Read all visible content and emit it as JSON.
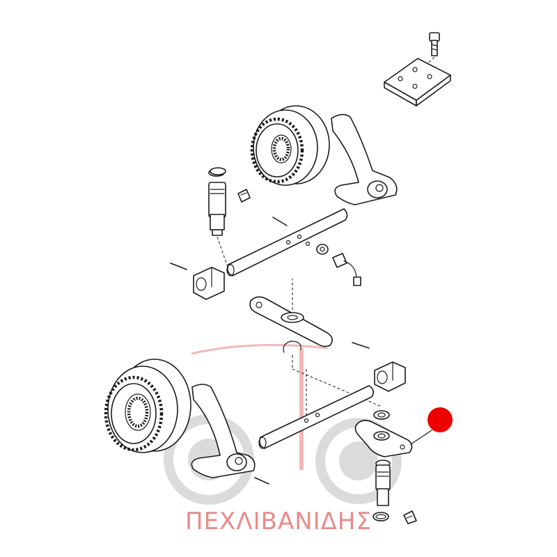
{
  "watermark": {
    "text": "ΠΕΧΛΙΒΑΝΙΔΗΣ",
    "color": "#e98a8a",
    "tractor_color": "#d8d8d8",
    "accent_color": "#f3b0b0"
  },
  "callout": {
    "color": "#ee0000"
  },
  "line_color": "#1a1a1a",
  "parts": [
    "bolt",
    "cover-plate",
    "upper-gear-hub",
    "upper-shift-fork",
    "upper-plunger",
    "small-screw",
    "roll-pin",
    "upper-shift-rod",
    "sensor-switch",
    "upper-detent-block",
    "shift-lever-plate",
    "snap-ring",
    "lower-gear-hub",
    "lower-shift-fork",
    "lower-shift-rod",
    "lower-detent-block",
    "lower-lever",
    "lower-plunger",
    "o-ring"
  ]
}
